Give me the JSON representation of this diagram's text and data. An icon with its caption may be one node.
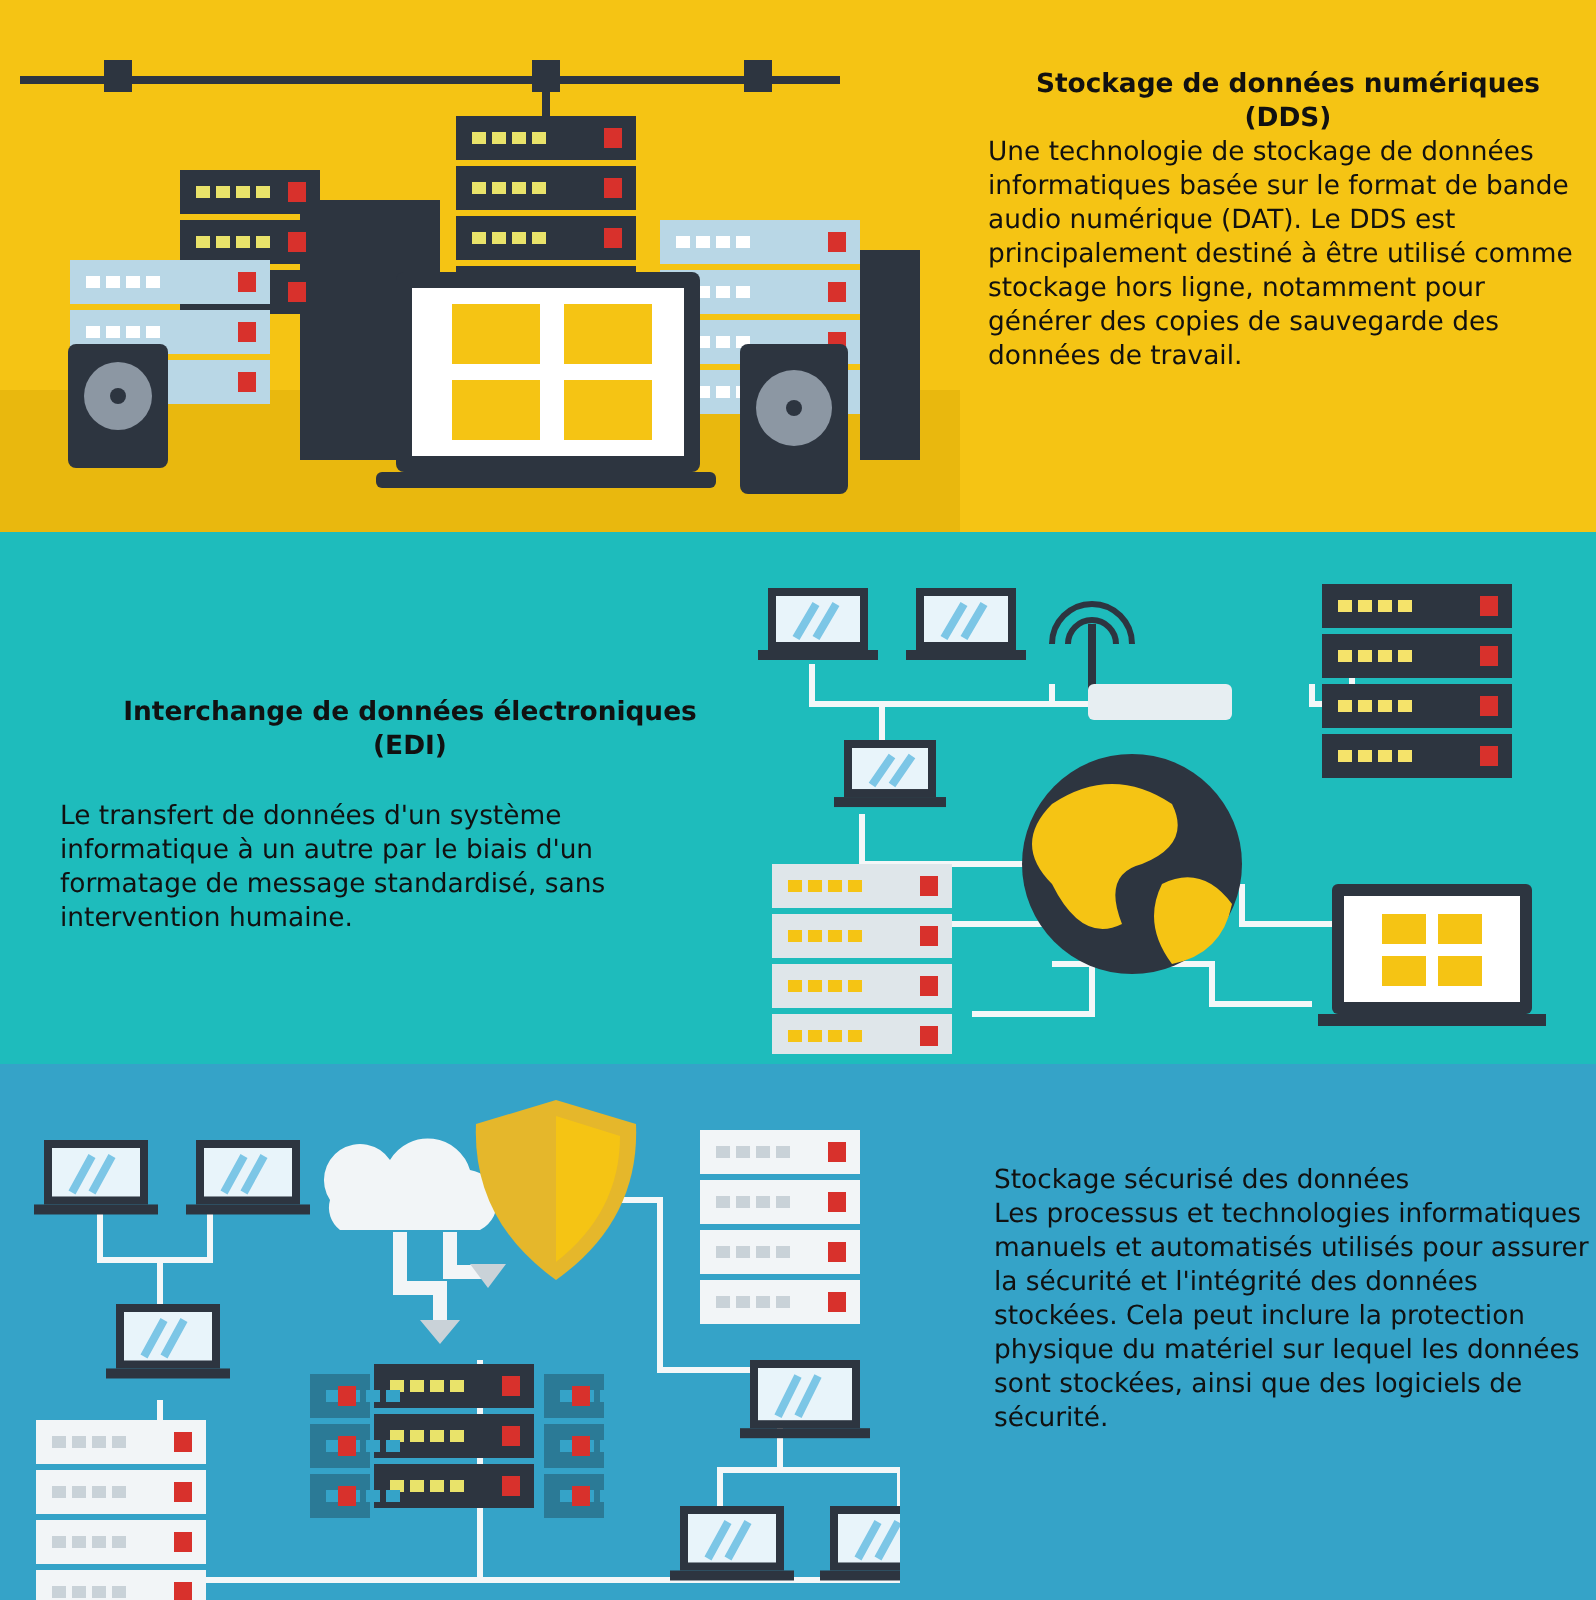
{
  "diagram": {
    "nodes": [
      {
        "text": [
          "Stockage de données numériques (DDS)",
          "Une technologie de stockage de données informatiques basée sur le format de bande audio numérique (DAT). Le DDS est principalement destiné à être utilisé comme stockage hors ligne, notamment pour générer des copies de sauvegarde des données de travail."
        ]
      },
      {
        "text": [
          "Interchange de données électroniques (EDI)",
          "Le transfert de données d'un système informatique à un autre par le biais d'un formatage de message standardisé, sans intervention humaine."
        ]
      },
      {
        "text": [
          "Stockage sécurisé des données",
          "Les processus et technologies informatiques manuels et automatisés utilisés pour assurer la sécurité et l'intégrité des données stockées. Cela peut inclure la protection physique du matériel sur lequel les données sont stockées, ainsi que des logiciels de sécurité."
        ]
      }
    ]
  }
}
